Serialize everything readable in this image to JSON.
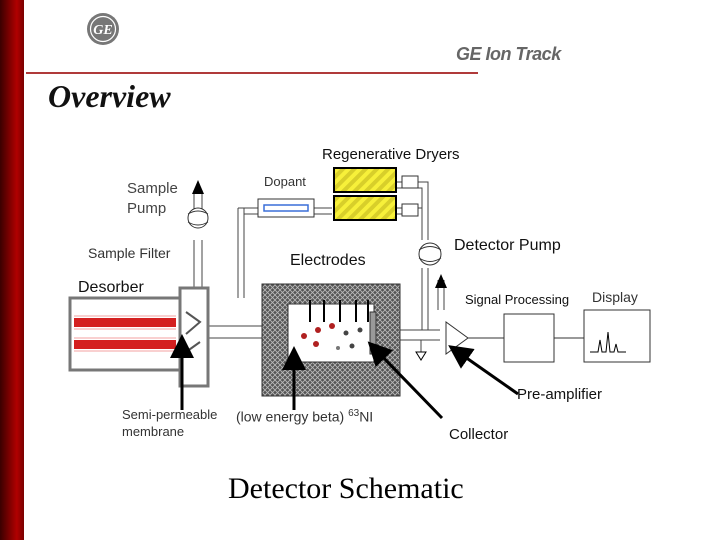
{
  "header": {
    "brand": "GE Ion Track",
    "logo_text": "GE",
    "title": "Overview"
  },
  "diagram": {
    "labels": {
      "regenerative_dryers": "Regenerative Dryers",
      "sample_pump_line1": "Sample",
      "sample_pump_line2": "Pump",
      "dopant": "Dopant",
      "sample_filter": "Sample Filter",
      "electrodes": "Electrodes",
      "detector_pump": "Detector Pump",
      "desorber": "Desorber",
      "signal_processing": "Signal Processing",
      "display": "Display",
      "pre_amplifier": "Pre-amplifier",
      "semi_permeable_line1": "Semi-permeable",
      "semi_permeable_line2": "membrane",
      "beta_source_prefix": "(low energy beta) ",
      "beta_source_sup": "63",
      "beta_source_suffix": "NI",
      "collector": "Collector"
    },
    "caption": "Detector Schematic"
  },
  "colors": {
    "side_bar": "#b00000",
    "rule": "#b03a3a",
    "dryer_fill": "#f7f03a",
    "heater_stripe": "#d42020",
    "dopant_tube": "#3a6fd8"
  }
}
